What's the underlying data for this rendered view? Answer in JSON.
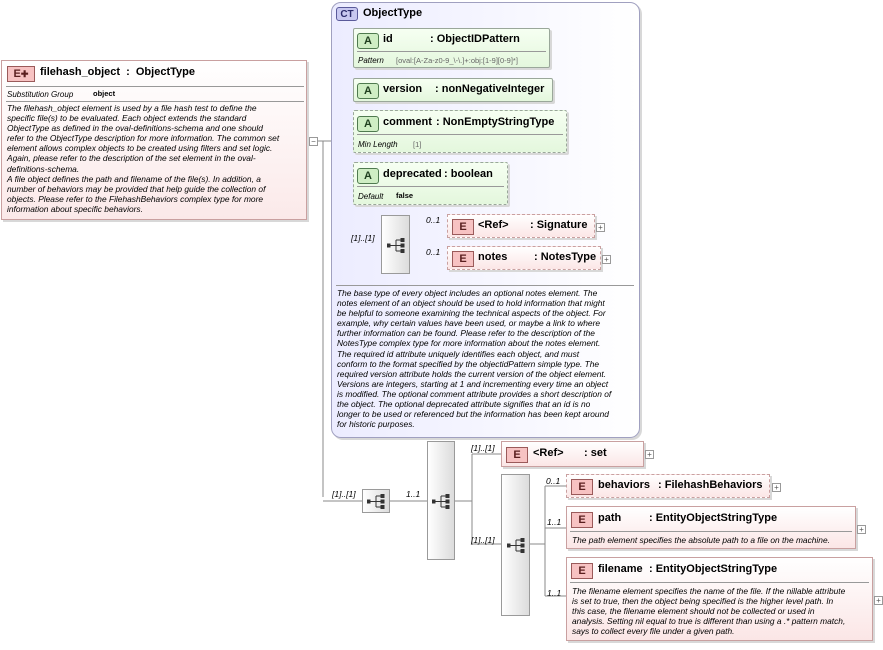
{
  "root": {
    "badge": "E",
    "name": "filehash_object",
    "type_sep": ":",
    "type": "ObjectType",
    "subst_label": "Substitution Group",
    "subst_value": "object",
    "doc_lines": [
      "The filehash_object element is used by a file hash test to define the",
      "specific file(s) to be evaluated. Each object extends the standard",
      "ObjectType as defined in the oval-definitions-schema and one should",
      "refer to the ObjectType description for more information. The common set",
      "element allows complex objects to be created using filters and set logic.",
      "Again, please refer to the description of the set element in the oval-",
      "definitions-schema.",
      "A file object defines the path and filename of the file(s). In addition, a",
      "number of behaviors may be provided that help guide the collection of",
      "objects. Please refer to the FilehashBehaviors complex type for more",
      "information about specific behaviors."
    ]
  },
  "complex_type": {
    "badge": "CT",
    "name": "ObjectType",
    "attributes": [
      {
        "badge": "A",
        "name": "id",
        "type": ": ObjectIDPattern",
        "facet_label": "Pattern",
        "facet_value": "[oval:[A-Za-z0-9_\\-\\.]+:obj:[1-9][0-9]*]"
      },
      {
        "badge": "A",
        "name": "version",
        "type": ": nonNegativeInteger"
      },
      {
        "badge": "A",
        "name": "comment",
        "type": ": NonEmptyStringType",
        "facet_label": "Min Length",
        "facet_value": "[1]"
      },
      {
        "badge": "A",
        "name": "deprecated",
        "type": ": boolean",
        "facet_label": "Default",
        "facet_value": "false"
      }
    ],
    "sequence_mult": "[1]..[1]",
    "children": [
      {
        "badge": "E",
        "mult": "0..1",
        "name": "<Ref>",
        "type": ": Signature"
      },
      {
        "badge": "E",
        "mult": "0..1",
        "name": "notes",
        "type": ": NotesType"
      }
    ],
    "doc_lines": [
      "The base type of every object includes an optional notes element. The",
      "notes element of an object should be used to hold information that might",
      "be helpful to someone examining the technical aspects of the object. For",
      "example, why certain values have been used, or maybe a link to where",
      "further information can be found. Please refer to the description of the",
      "NotesType complex type for more information about the notes element.",
      "The required id attribute uniquely identifies each object, and must",
      "conform to the format specified by the objectidPattern simple type. The",
      "required version attribute holds the current version of the object element.",
      "Versions are integers, starting at 1 and incrementing every time an object",
      "is modified. The optional comment attribute provides a short description of",
      "the object. The optional deprecated attribute signifies that an id is no",
      "longer to be used or referenced but the information has been kept around",
      "for historic purposes."
    ]
  },
  "content_model": {
    "outer_mult": "[1]..[1]",
    "choice_mult": "1..1",
    "set_mult": "[1]..[1]",
    "set": {
      "badge": "E",
      "name": "<Ref>",
      "type": ": set"
    },
    "seq2_mult": "[1]..[1]",
    "elements": [
      {
        "badge": "E",
        "mult": "0..1",
        "name": "behaviors",
        "type": ": FilehashBehaviors"
      },
      {
        "badge": "E",
        "mult": "1..1",
        "name": "path",
        "type": ": EntityObjectStringType",
        "doc_lines": [
          "The path element specifies the absolute path to a file on the machine."
        ]
      },
      {
        "badge": "E",
        "mult": "1..1",
        "name": "filename",
        "type": ": EntityObjectStringType",
        "doc_lines": [
          "The filename element specifies the name of the file. If the nillable attribute",
          "is set to true, then the object being specified is the higher level path. In",
          "this case, the filename element should not be collected or used in",
          "analysis. Setting nil equal to true is different than using a .* pattern match,",
          "says to collect every file under a given path."
        ]
      }
    ]
  },
  "icons": {
    "expand": "plus-icon",
    "sequence": "sequence-compositor-icon",
    "choice": "choice-compositor-icon",
    "root_mark": "element-plus-icon"
  }
}
